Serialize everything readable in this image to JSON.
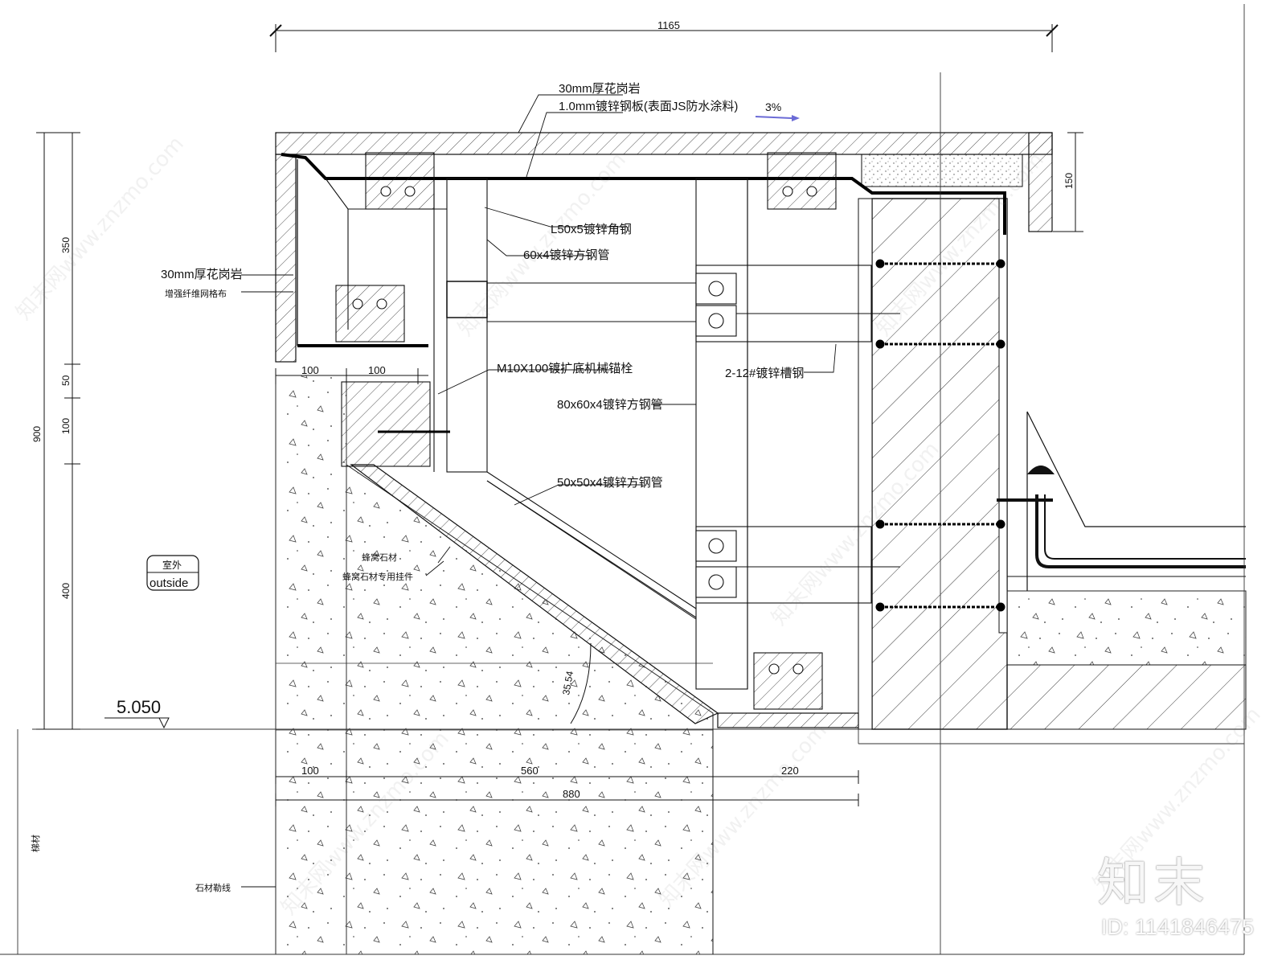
{
  "dimensions": {
    "top_total": "1165",
    "left_total": "900",
    "left_350": "350",
    "left_50": "50",
    "left_100": "100",
    "left_400": "400",
    "right_150": "150",
    "mid_100_a": "100",
    "mid_100_b": "100",
    "bottom_100": "100",
    "bottom_560": "560",
    "bottom_220": "220",
    "bottom_880": "880",
    "angle": "35.54"
  },
  "elevation": "5.050",
  "slope": "3%",
  "labels": {
    "granite_top": "30mm厚花岗岩",
    "steel_plate": "1.0mm镀锌钢板(表面JS防水涂料)",
    "angle_steel": "L50x5镀锌角钢",
    "tube_60": "60x4镀锌方钢管",
    "granite_side": "30mm厚花岗岩",
    "mesh": "增强纤维网格布",
    "bolt": "M10X100镀扩底机械锚栓",
    "channel": "2-12#镀锌槽钢",
    "tube_80": "80x60x4镀锌方钢管",
    "tube_50": "50x50x4镀锌方钢管",
    "honeycomb": "蜂窝石材",
    "honeycomb_hanger": "蜂窝石材专用挂件",
    "outside_cn": "室外",
    "outside_en": "outside",
    "stone_line": "石材勒线",
    "left_vertical": "梯材"
  },
  "watermark": "知末网www.znzmo.com",
  "brand": {
    "name": "知末",
    "id": "ID: 1141846475"
  }
}
